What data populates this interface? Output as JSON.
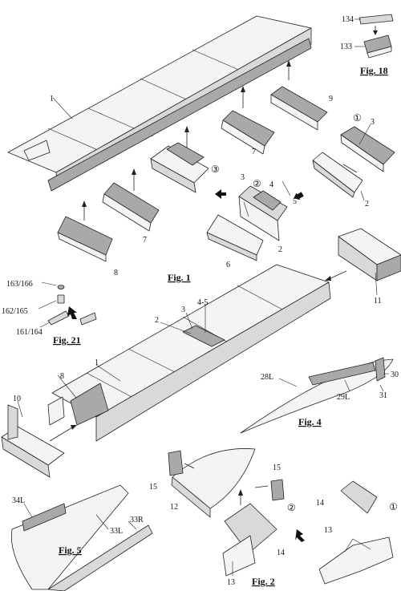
{
  "figures": {
    "fig1": "Fig. 1",
    "fig2": "Fig. 2",
    "fig4": "Fig. 4",
    "fig5": "Fig. 5",
    "fig18": "Fig. 18",
    "fig21": "Fig. 21"
  },
  "labels": {
    "n1_top": "1",
    "n1_bottom": "1",
    "n2_a": "2",
    "n2_b": "2",
    "n2_c": "2",
    "n3_a": "3",
    "n3_b": "3",
    "n3_c": "3",
    "n4": "4",
    "n4_5": "4-5",
    "n5": "5",
    "n6": "6",
    "n7_a": "7",
    "n7_b": "7",
    "n8_a": "8",
    "n8_b": "8",
    "n9": "9",
    "n10": "10",
    "n11": "11",
    "n12": "12",
    "n13_a": "13",
    "n13_b": "13",
    "n14_a": "14",
    "n14_b": "14",
    "n15_a": "15",
    "n15_b": "15",
    "n28L": "28L",
    "n29L": "29L",
    "n30": "30",
    "n31": "31",
    "n33L": "33L",
    "n33R": "33R",
    "n34L": "34L",
    "n133": "133",
    "n134": "134",
    "n161": "161/164",
    "n162": "162/165",
    "n163": "163/166"
  },
  "steps": {
    "s1_a": "①",
    "s1_b": "①",
    "s2_a": "②",
    "s2_b": "②",
    "s3": "③"
  }
}
